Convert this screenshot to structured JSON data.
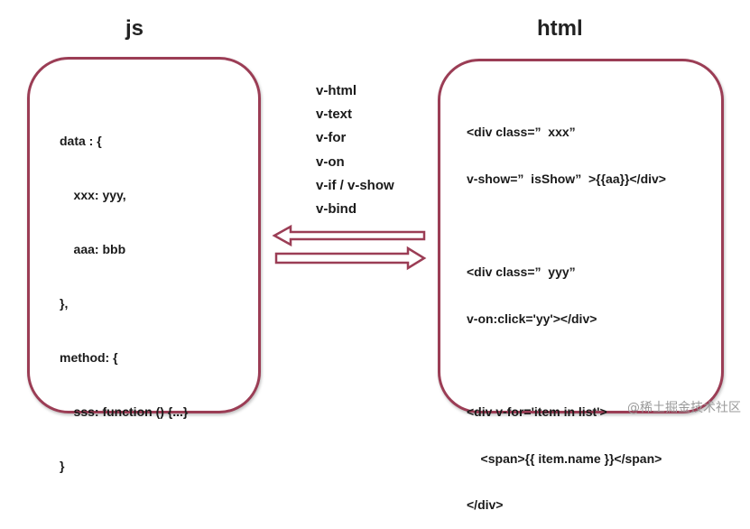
{
  "left": {
    "title": "js",
    "lines": [
      "data : {",
      "    xxx: yyy,",
      "    aaa: bbb",
      "},",
      "method: {",
      "    sss: function () {...}",
      "}"
    ]
  },
  "right": {
    "title": "html",
    "lines": [
      "<div class=”  xxx”",
      "v-show=”  isShow”  >{{aa}}</div>",
      "",
      "<div class=”  yyy”",
      "v-on:click='yy'></div>",
      "",
      "<div v-for='item in list'>",
      "    <span>{{ item.name }}</span>",
      "</div>"
    ]
  },
  "directives": [
    "v-html",
    "v-text",
    "v-for",
    "v-on",
    "v-if / v-show",
    "v-bind"
  ],
  "colors": {
    "panel_border": "#9b3d55"
  },
  "watermark": "@稀土掘金技术社区"
}
